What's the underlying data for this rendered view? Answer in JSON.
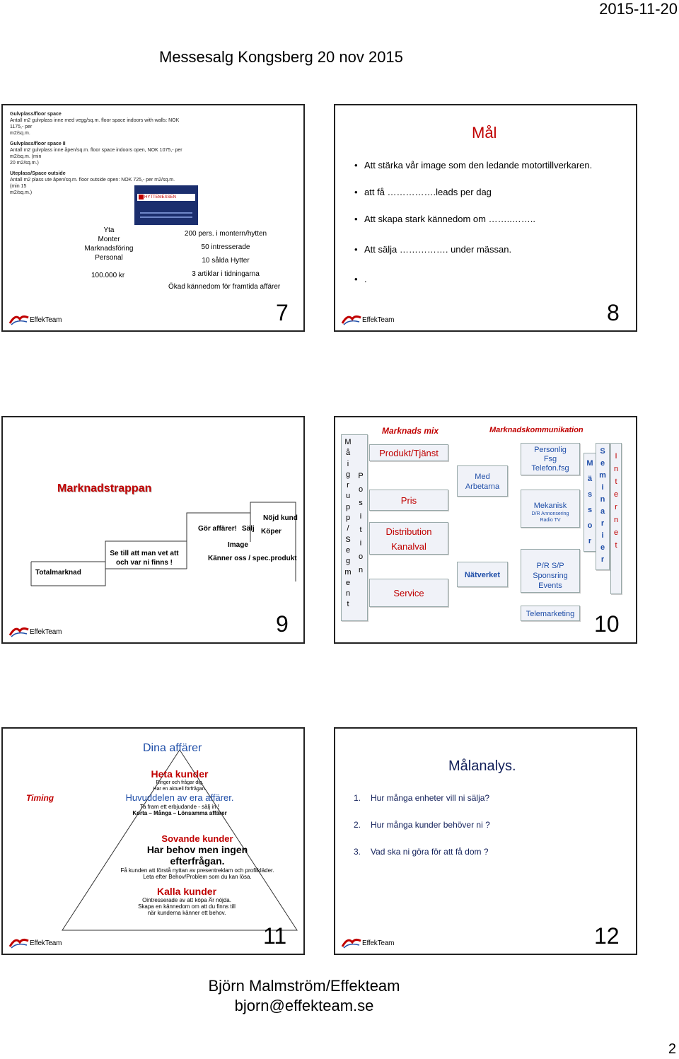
{
  "page": {
    "date": "2015-11-20",
    "title": "Messesalg  Kongsberg 20 nov 2015",
    "page_number": "2"
  },
  "footer": {
    "name": "Björn Malmström/Effekteam",
    "email": "bjorn@effekteam.se"
  },
  "logo_text": "EffekTeam",
  "slide7": {
    "number": "7",
    "doc": {
      "h1": "Gulvplass/floor space",
      "l1": "Antall m2 gulvplass inne med vegg/sq.m. floor space indoors with walls: NOK 1175,- per",
      "l2": "m2/sq.m.",
      "h2": "Gulvplass/floor space II",
      "l3": "Antall m2 gulvplass inne åpen/sq.m. floor space indoors open, NOK 1075,- per m2/sq.m. (min",
      "l4": "20 m2/sq.m.)",
      "h3": "Uteplass/Space outside",
      "l5": "Antall m2 plass ute åpen/sq.m. floor outside open: NOK 725,- per m2/sq.m. (min 15",
      "l6": "m2/sq.m.)"
    },
    "banner_title": "HYTTEMESSEN",
    "left": [
      "Yta",
      "Monter",
      "Marknadsföring",
      "Personal"
    ],
    "cost": "100.000 kr",
    "right": [
      "200 pers. i montern/hytten",
      "50 intresserade",
      "10 sålda Hytter",
      "3 artiklar i tidningarna",
      "Ökad kännedom för framtida affärer"
    ]
  },
  "slide8": {
    "number": "8",
    "heading": "Mål",
    "bullets": [
      "Att stärka vår image som den ledande motortillverkaren.",
      "att få …………….leads per dag",
      "Att skapa stark kännedom om ……..……..",
      "Att sälja ……………. under mässan."
    ],
    "stray_dot": "."
  },
  "slide9": {
    "number": "9",
    "heading": "Marknadstrappan",
    "step0": "Totalmarknad",
    "step1a": "Se till att man vet att",
    "step1b": "och var ni finns !",
    "step2a": "Gör affärer!",
    "step2b": "Sälj",
    "step2c": "Image",
    "step2d": "Känner oss / spec.produkt",
    "step3a": "Nöjd kund",
    "step3b": "Köper"
  },
  "slide10": {
    "number": "10",
    "vert1": [
      "M",
      "å",
      "i",
      "g",
      "r",
      "u",
      "p",
      "p",
      "/",
      "S",
      "e",
      "g",
      "m",
      "e",
      "n",
      "t"
    ],
    "vert2": [
      "P",
      "o",
      "s",
      "i",
      "t",
      "i",
      "o",
      "n"
    ],
    "mix_header": "Marknads mix",
    "kom_header": "Marknadskommunikation",
    "produkt": "Produkt/Tjänst",
    "pris": "Pris",
    "dist": "Distribution",
    "kanal": "Kanalval",
    "service": "Service",
    "med_a": "Med",
    "med_b": "Arbetarna",
    "natverket": "Nätverket",
    "pers_a": "Personlig",
    "pers_b": "Fsg",
    "pers_c": "Telefon.fsg",
    "mek_a": "Mekanisk",
    "mek_b": "D/R  Annonsering",
    "mek_c": "Radio   TV",
    "prs_a": "P/R      S/P",
    "prs_b": "Sponsring",
    "prs_c": "Events",
    "telemarketing": "Telemarketing",
    "vert3": [
      "M",
      "ä",
      "s",
      "s",
      "o",
      "r"
    ],
    "vert4": [
      "S",
      "e",
      "m",
      "i",
      "n",
      "a",
      "r",
      "i",
      "e",
      "r"
    ],
    "vert5": [
      "I",
      "n",
      "t",
      "e",
      "r",
      "n",
      "e",
      "t"
    ]
  },
  "slide11": {
    "number": "11",
    "heading": "Dina affärer",
    "timing": "Timing",
    "heta": "Heta kunder",
    "heta1": "Ringer och frågar dig.",
    "heta2": "Har en aktuell förfrågan.",
    "huvud": "Huvuddelen av era affärer.",
    "huvud1": "Ta fram ett erbjudande  - sälj in !",
    "huvud2": "Korta – Många – Lönsamma affärer",
    "sov": "Sovande kunder",
    "sov1": "Har behov men ingen",
    "sov2": "efterfrågan.",
    "sov3": "Få kunden att förstå nyttan av presentreklam och profilkläder.",
    "sov4": "Leta efter Behov/Problem  som du kan lösa.",
    "kalla": "Kalla kunder",
    "kalla1": "Ointresserade av att köpa Är nöjda.",
    "kalla2": "Skapa en kännedom om  att du finns till",
    "kalla3": "när kunderna  känner ett behov."
  },
  "slide12": {
    "number": "12",
    "heading": "Målanalys.",
    "items": [
      "1.",
      "Hur många enheter vill ni sälja?",
      "2.",
      "Hur många kunder behöver ni ?",
      "3.",
      "Vad ska ni göra för att få dom ?"
    ]
  },
  "colors": {
    "red": "#c00000",
    "blue": "#1f4ea8",
    "navy": "#12205a"
  }
}
